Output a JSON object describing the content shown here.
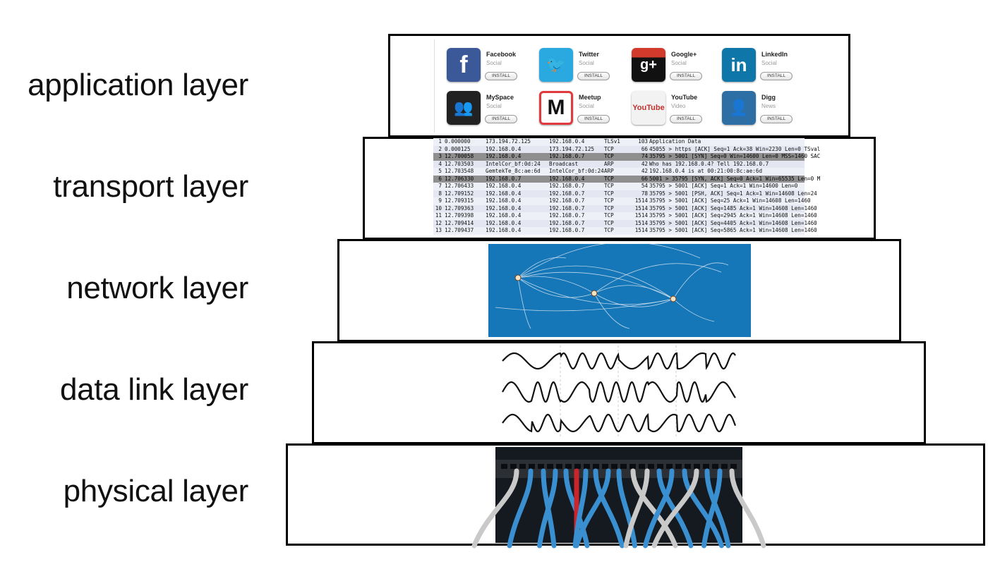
{
  "labels": {
    "application": "application layer",
    "transport": "transport layer",
    "network": "network layer",
    "datalink": "data link layer",
    "physical": "physical layer"
  },
  "apps": [
    {
      "name": "Facebook",
      "category": "Social",
      "install": "INSTALL",
      "icon": "facebook-icon",
      "color": "#3b5998",
      "glyph": "f"
    },
    {
      "name": "Twitter",
      "category": "Social",
      "install": "INSTALL",
      "icon": "twitter-icon",
      "color": "#2aa9e0",
      "glyph": "🐦"
    },
    {
      "name": "Google+",
      "category": "Social",
      "install": "INSTALL",
      "icon": "google-plus-icon",
      "color": "#111111",
      "glyph": "g+"
    },
    {
      "name": "LinkedIn",
      "category": "Social",
      "install": "INSTALL",
      "icon": "linkedin-icon",
      "color": "#0e76a8",
      "glyph": "in"
    },
    {
      "name": "MySpace",
      "category": "Social",
      "install": "INSTALL",
      "icon": "myspace-icon",
      "color": "#222222",
      "glyph": "👥"
    },
    {
      "name": "Meetup",
      "category": "Social",
      "install": "INSTALL",
      "icon": "meetup-icon",
      "color": "#e0393e",
      "glyph": "M"
    },
    {
      "name": "YouTube",
      "category": "Video",
      "install": "INSTALL",
      "icon": "youtube-icon",
      "color": "#f2f2f2",
      "glyph": "YouTube"
    },
    {
      "name": "Digg",
      "category": "News",
      "install": "INSTALL",
      "icon": "digg-icon",
      "color": "#2d6fa5",
      "glyph": "👤"
    }
  ],
  "packets": [
    {
      "no": "1",
      "time": "0.000000",
      "src": "173.194.72.125",
      "dst": "192.168.0.4",
      "proto": "TLSv1",
      "len": "103",
      "info": "Application Data"
    },
    {
      "no": "2",
      "time": "0.000125",
      "src": "192.168.0.4",
      "dst": "173.194.72.125",
      "proto": "TCP",
      "len": "66",
      "info": "45055 > https [ACK] Seq=1 Ack=38 Win=2230 Len=0 TSval"
    },
    {
      "no": "3",
      "time": "12.700058",
      "src": "192.168.0.4",
      "dst": "192.168.0.7",
      "proto": "TCP",
      "len": "74",
      "info": "35795 > 5001 [SYN] Seq=0 Win=14600 Len=0 MSS=1460 SAC"
    },
    {
      "no": "4",
      "time": "12.703503",
      "src": "IntelCor_bf:0d:24",
      "dst": "Broadcast",
      "proto": "ARP",
      "len": "42",
      "info": "Who has 192.168.0.4?  Tell 192.168.0.7"
    },
    {
      "no": "5",
      "time": "12.703548",
      "src": "GemtekTe_8c:ae:6d",
      "dst": "IntelCor_bf:0d:24",
      "proto": "ARP",
      "len": "42",
      "info": "192.168.0.4 is at 00:21:00:8c:ae:6d"
    },
    {
      "no": "6",
      "time": "12.706330",
      "src": "192.168.0.7",
      "dst": "192.168.0.4",
      "proto": "TCP",
      "len": "66",
      "info": "5001 > 35795 [SYN, ACK] Seq=0 Ack=1 Win=65535 Len=0 M"
    },
    {
      "no": "7",
      "time": "12.706433",
      "src": "192.168.0.4",
      "dst": "192.168.0.7",
      "proto": "TCP",
      "len": "54",
      "info": "35795 > 5001 [ACK] Seq=1 Ack=1 Win=14600 Len=0"
    },
    {
      "no": "8",
      "time": "12.709152",
      "src": "192.168.0.4",
      "dst": "192.168.0.7",
      "proto": "TCP",
      "len": "78",
      "info": "35795 > 5001 [PSH, ACK] Seq=1 Ack=1 Win=14608 Len=24"
    },
    {
      "no": "9",
      "time": "12.709315",
      "src": "192.168.0.4",
      "dst": "192.168.0.7",
      "proto": "TCP",
      "len": "1514",
      "info": "35795 > 5001 [ACK] Seq=25 Ack=1 Win=14608 Len=1460"
    },
    {
      "no": "10",
      "time": "12.709363",
      "src": "192.168.0.4",
      "dst": "192.168.0.7",
      "proto": "TCP",
      "len": "1514",
      "info": "35795 > 5001 [ACK] Seq=1485 Ack=1 Win=14608 Len=1460"
    },
    {
      "no": "11",
      "time": "12.709398",
      "src": "192.168.0.4",
      "dst": "192.168.0.7",
      "proto": "TCP",
      "len": "1514",
      "info": "35795 > 5001 [ACK] Seq=2945 Ack=1 Win=14608 Len=1460"
    },
    {
      "no": "12",
      "time": "12.709414",
      "src": "192.168.0.4",
      "dst": "192.168.0.7",
      "proto": "TCP",
      "len": "1514",
      "info": "35795 > 5001 [ACK] Seq=4405 Ack=1 Win=14608 Len=1460"
    },
    {
      "no": "13",
      "time": "12.709437",
      "src": "192.168.0.4",
      "dst": "192.168.0.7",
      "proto": "TCP",
      "len": "1514",
      "info": "35795 > 5001 [ACK] Seq=5865 Ack=1 Win=14608 Len=1460"
    }
  ],
  "colors": {
    "network_bg": "#1677b8",
    "physical_bg": "#141a1f",
    "cable_blue": "#3a8fd0",
    "cable_red": "#c8262c",
    "cable_white": "#c9c9c9"
  }
}
